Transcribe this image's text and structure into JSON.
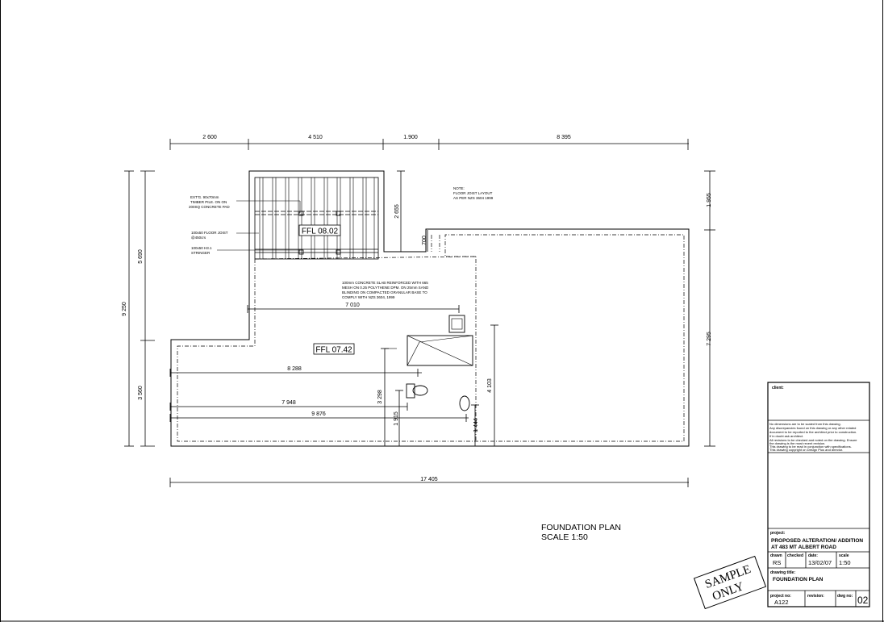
{
  "plan": {
    "dims": {
      "top": [
        "2 600",
        "4 510",
        "1.900",
        "8 395"
      ],
      "bottom_total": "17 405",
      "left_upper": "5 690",
      "left_lower": "3 560",
      "left_total": "9 250",
      "right_upper": "1 955",
      "right_lower": "7 295",
      "d_7010": "7 010",
      "d_8288": "8 288",
      "d_7948": "7 948",
      "d_9876": "9 876",
      "d_2655": "2 655",
      "d_700": "700",
      "d_4103": "4 103",
      "d_3298": "3 298",
      "d_1915": "1 915",
      "d_1444": "1 444"
    },
    "ffl_upper": "FFL 08.02",
    "ffl_lower": "FFL 07.42",
    "notes": {
      "pile": [
        "EXT'G. 90x70mm",
        "TIMBER PILE. ON ON",
        "200SQ CONCRETE PAD"
      ],
      "joist": [
        "100x50 FLOOR JOIST",
        "@450crs"
      ],
      "stringer": [
        "100x50 H3.1",
        "STRINGER"
      ],
      "slab": [
        "100mm CONCRETE SLAB REINFORCED WITH 665",
        "MESH ON 0.25 POLYTHENE DPM. ON 25mm SAND",
        "BLINDING ON COMPACTED GRANULAR BASE TO",
        "COMPLY WITH NZS 3604, 1999"
      ],
      "general": [
        "NOTE:",
        "FLOOR JOIST LAYOUT",
        "AS PER NZS 3604 1999"
      ]
    },
    "title": "FOUNDATION PLAN",
    "scale": "SCALE 1:50"
  },
  "titleblock": {
    "client_label": "client:",
    "disclaimer": [
      "No dimensions are to be scaled from this drawing.",
      "Any discrepancies found on this drawing or any other related",
      "document to be reported to the architect prior to construction.",
      "If in doubt ask architect.",
      "All revisions to be checked and noted on the drawing. Ensure",
      "the drawing is the most recent revision.",
      "This drawing to be read in conjunction with specifications.",
      "This drawing copyright on Design Plus and director."
    ],
    "project_label": "project:",
    "project_lines": [
      "PROPOSED ALTERATION/ ADDITION",
      "AT 483 MT ALBERT ROAD"
    ],
    "drawn_label": "drawn",
    "drawn": "RS",
    "checked_label": "checked",
    "date_label": "date:",
    "date": "13/02/07",
    "scale_label": "scale",
    "scale": "1:50",
    "drawing_title_label": "drawing title:",
    "drawing_title": "FOUNDATION PLAN",
    "project_no_label": "project no:",
    "project_no": "A122",
    "revision_label": "revision:",
    "dwg_no_label": "dwg no:",
    "dwg_no": "02"
  },
  "stamp": [
    "SAMPLE",
    "ONLY"
  ]
}
